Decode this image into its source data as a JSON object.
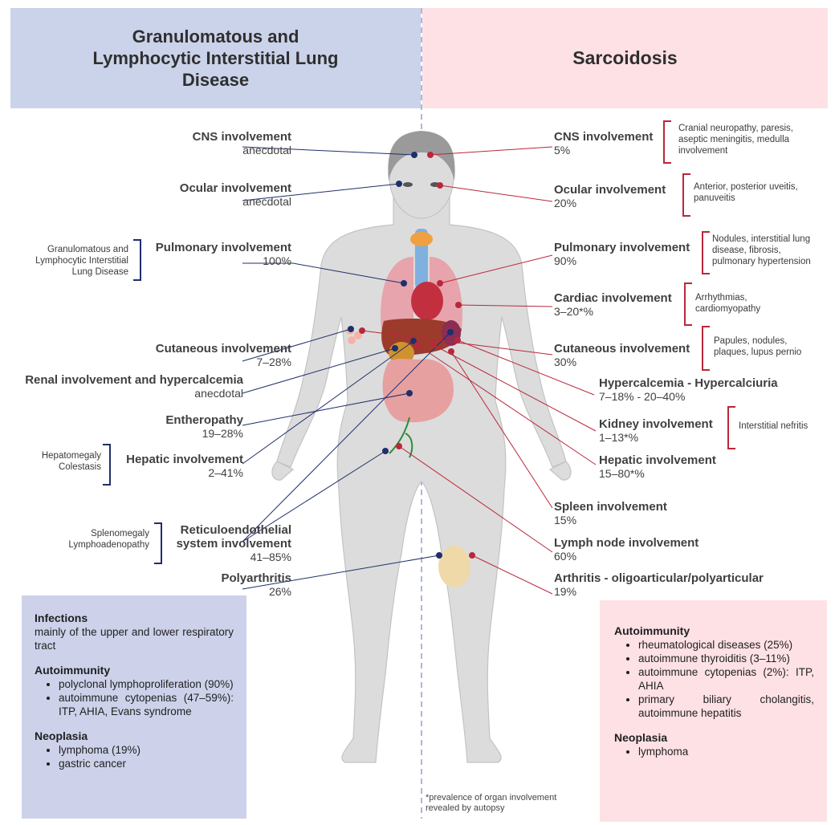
{
  "headers": {
    "left": "Granulomatous and Lymphocytic Interstitial Lung Disease",
    "right": "Sarcoidosis"
  },
  "left_items": [
    {
      "title": "CNS involvement",
      "value": "anecdotal"
    },
    {
      "title": "Ocular involvement",
      "value": "anecdotal"
    },
    {
      "title": "Pulmonary involvement",
      "value": "100%"
    },
    {
      "title": "Cutaneous involvement",
      "value": "7–28%"
    },
    {
      "title": "Renal involvement and hypercalcemia",
      "value": "anecdotal"
    },
    {
      "title": "Entheropathy",
      "value": "19–28%"
    },
    {
      "title": "Hepatic involvement",
      "value": "2–41%"
    },
    {
      "title": "Reticuloendothelial",
      "title2": "system involvement",
      "value": "41–85%"
    },
    {
      "title": "Polyarthritis",
      "value": "26%"
    }
  ],
  "left_notes": {
    "pulmonary": [
      "Granulomatous and",
      "Lymphocytic Interstitial",
      "Lung Disease"
    ],
    "hepatic": [
      "Hepatomegaly",
      "Colestasis"
    ],
    "reticulo": [
      "Splenomegaly",
      "Lymphoadenopathy"
    ]
  },
  "right_items": [
    {
      "title": "CNS involvement",
      "value": "5%"
    },
    {
      "title": "Ocular involvement",
      "value": "20%"
    },
    {
      "title": "Pulmonary involvement",
      "value": "90%"
    },
    {
      "title": "Cardiac involvement",
      "value": "3–20*%"
    },
    {
      "title": "Cutaneous involvement",
      "value": "30%"
    },
    {
      "title": "Hypercalcemia - Hypercalciuria",
      "value": "7–18% - 20–40%"
    },
    {
      "title": "Kidney involvement",
      "value": "1–13*%"
    },
    {
      "title": "Hepatic involvement",
      "value": "15–80*%"
    },
    {
      "title": "Spleen involvement",
      "value": "15%"
    },
    {
      "title": "Lymph node involvement",
      "value": "60%"
    },
    {
      "title": "Arthritis - oligoarticular/polyarticular",
      "value": "19%"
    }
  ],
  "right_notes": {
    "cns": [
      "Cranial neuropathy, paresis,",
      "aseptic meningitis, medulla",
      "involvement"
    ],
    "ocular": [
      "Anterior, posterior uveitis,",
      "panuveitis"
    ],
    "pulmonary": [
      "Nodules, interstitial lung",
      "disease, fibrosis,",
      "pulmonary hypertension"
    ],
    "cardiac": [
      "Arrhythmias,",
      "cardiomyopathy"
    ],
    "cutaneous": [
      "Papules, nodules,",
      "plaques, lupus pernio"
    ],
    "kidney": [
      "Interstitial nefritis"
    ]
  },
  "box_left": {
    "infections_title": "Infections",
    "infections_text": "mainly of the upper and lower respiratory tract",
    "autoimmunity_title": "Autoimmunity",
    "autoimmunity_items": [
      "polyclonal lymphoproliferation (90%)",
      "autoimmune cytopenias (47–59%): ITP, AHIA, Evans syndrome"
    ],
    "neoplasia_title": "Neoplasia",
    "neoplasia_items": [
      "lymphoma (19%)",
      "gastric cancer"
    ]
  },
  "box_right": {
    "autoimmunity_title": "Autoimmunity",
    "autoimmunity_items": [
      "rheumatological diseases (25%)",
      "autoimmune thyroiditis (3–11%)",
      "autoimmune cytopenias (2%): ITP, AHIA",
      "primary biliary cholangitis, autoimmune hepatitis"
    ],
    "neoplasia_title": "Neoplasia",
    "neoplasia_items": [
      "lymphoma"
    ]
  },
  "footnote": [
    "*prevalence of organ involvement",
    "revealed by autopsy"
  ],
  "colors": {
    "left_accent": "#1f2f6b",
    "right_accent": "#b9283a",
    "left_bg": "#cbd3ea",
    "right_bg": "#fde1e5"
  }
}
